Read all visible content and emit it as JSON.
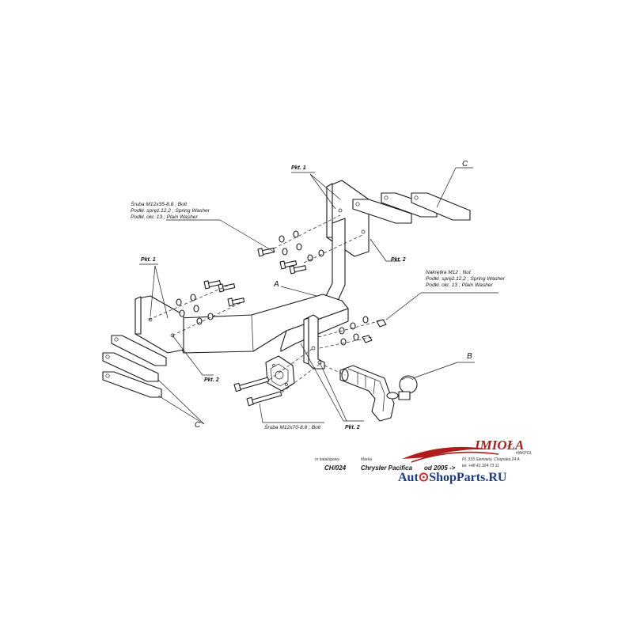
{
  "callouts": {
    "pkt1_top": "Pkt. 1",
    "pkt1_left": "Pkt. 1",
    "pkt2_top": "Pkt. 2",
    "pkt2_left": "Pkt. 2",
    "pkt2_bottom": "Pkt. 2",
    "letter_a": "A",
    "letter_b": "B",
    "letter_c_top": "C",
    "letter_c_bottom": "C"
  },
  "notes": {
    "bolt_line1": "Śruba M12x35-8.8 ;  Bolt",
    "bolt_line2": "Podkł. spręż.12,2 ;  Spring Washer",
    "bolt_line3": "Podkł. okr. 13 ;  Plain Washer",
    "nut_line1": "Nakrętka  M12 ;  Nut",
    "nut_line2": "Podkł. spręż.12,2 ;  Spring Washer",
    "nut_line3": "Podkł. okr. 13 ;  Plain Washer",
    "bolt70": "Śruba M12x70-8.8 ;  Bolt"
  },
  "title_block": {
    "model_caption": "nr katalogowy",
    "model_value": "CH/024",
    "make_caption": "Marka",
    "make_value": "Chrysler Pacifica",
    "since": "od 2005 ->",
    "address1": "PL 333 Siemiany, Chojnaka 24 A",
    "address2": "tel. +48 41 324 73 11"
  },
  "logo": {
    "name": "IMIOŁA",
    "sub": "HAKPOL"
  },
  "watermark": {
    "part1": "Aut",
    "part2": "ShopParts.RU"
  }
}
